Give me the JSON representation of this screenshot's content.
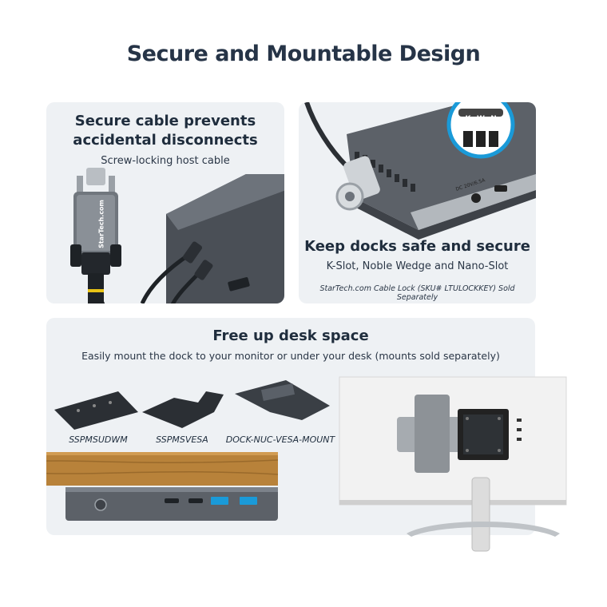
{
  "page_title": "Secure and Mountable Design",
  "panel_cable": {
    "heading_line1": "Secure cable prevents",
    "heading_line2": "accidental disconnects",
    "subtitle": "Screw-locking host cable",
    "connector_brand": "StarTech.com"
  },
  "panel_lock": {
    "heading": "Keep docks safe and secure",
    "subtitle": "K-Slot, Noble Wedge and Nano-Slot",
    "note": "StarTech.com Cable Lock (SKU# LTULOCKKEY) Sold Separately",
    "slot_letters": [
      "K",
      "W",
      "N"
    ],
    "port_label": "DC 20V/6.5A"
  },
  "panel_mount": {
    "heading": "Free up desk space",
    "subtitle": "Easily mount the dock to your monitor or under your desk (mounts sold separately)",
    "mounts": [
      {
        "label": "SSPMSUDWM"
      },
      {
        "label": "SSPMSVESA"
      },
      {
        "label": "DOCK-NUC-VESA-MOUNT"
      }
    ]
  },
  "colors": {
    "title": "#263447",
    "panel_bg": "#eef1f4",
    "accent_blue": "#1a9ad8",
    "dock_gray": "#5c6168",
    "wood": "#b8823a",
    "cable_yellow": "#e8c316"
  }
}
